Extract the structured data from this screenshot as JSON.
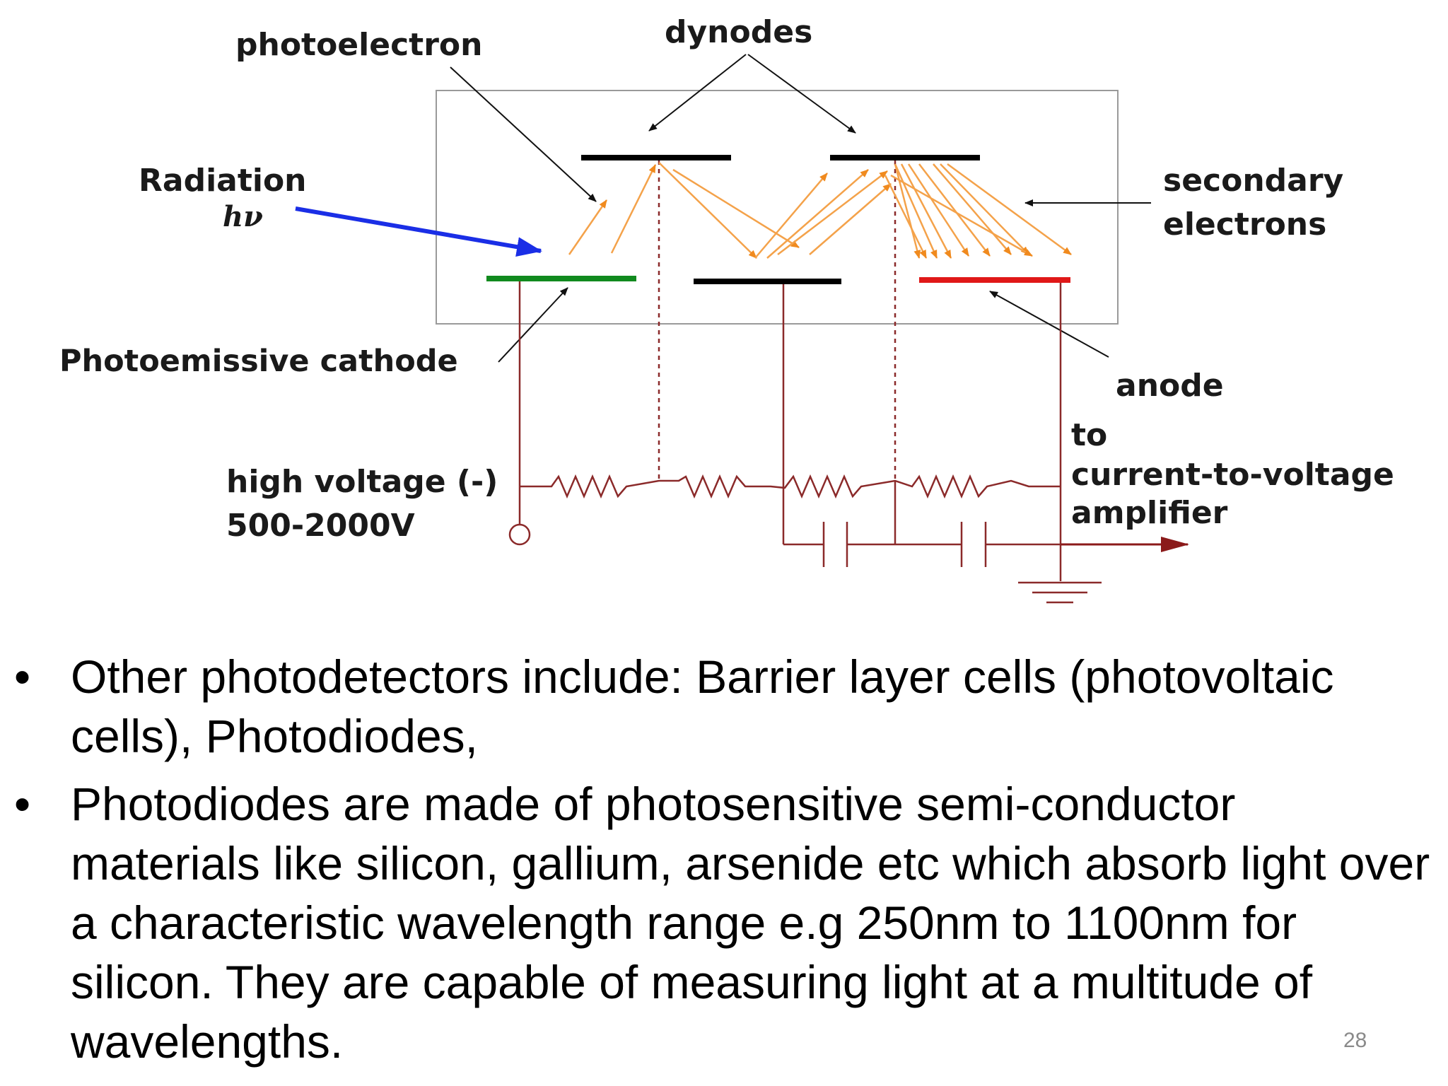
{
  "diagram": {
    "labels": {
      "photoelectron": "photoelectron",
      "dynodes": "dynodes",
      "radiation": "Radiation",
      "hv": "hν",
      "secondary": "secondary",
      "electrons": "electrons",
      "cathode": "Photoemissive cathode",
      "anode": "anode",
      "to": "to",
      "ctv": "current-to-voltage",
      "amplifier": "amplifier",
      "hv_supply": "high voltage (-)",
      "voltage_range": "500-2000V"
    },
    "colors": {
      "cathode": "#118a1e",
      "anode": "#e01818",
      "dynode": "#000000",
      "radiation_arrow": "#1a2ee6",
      "electron_path": "#f4a24a",
      "circuit": "#8b2a2a",
      "output_arrow": "#8b1a1a"
    }
  },
  "bullets": [
    {
      "marker": "•",
      "text": "Other photodetectors include: Barrier layer cells (photovoltaic cells), Photodiodes,"
    },
    {
      "marker": "•",
      "text": "Photodiodes are made of photosensitive semi-conductor materials like silicon, gallium, arsenide etc which absorb light over a characteristic wavelength range e.g 250nm to 1100nm for silicon. They are capable of measuring light at a multitude of wavelengths."
    }
  ],
  "slide_number": "28"
}
